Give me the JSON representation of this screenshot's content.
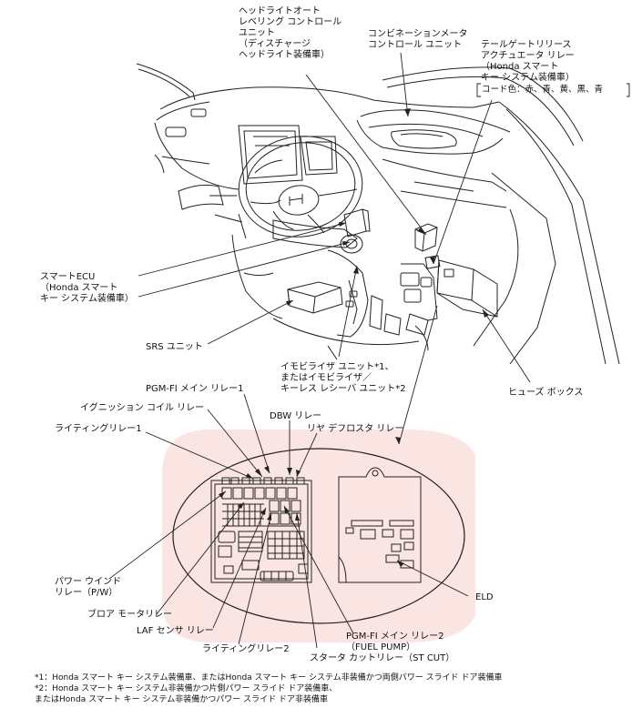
{
  "labels": {
    "headlight_leveling": [
      "ヘッドライトオート",
      "レベリング コントロール",
      "ユニット",
      "（ディスチャージ",
      "ヘッドライト装備車）"
    ],
    "combination_meter": [
      "コンビネーションメータ",
      "コントロール ユニット"
    ],
    "tailgate_relay": [
      "テールゲートリリース",
      "アクチュエータ リレー",
      "（Honda スマート",
      "キー システム装備車）"
    ],
    "code_colors": "コード色：赤、青、黄、黒、青",
    "smart_ecu": [
      "スマートECU",
      "（Honda スマート",
      "キー システム装備車）"
    ],
    "srs_unit": "SRS ユニット",
    "immobilizer": [
      "イモビライザ ユニット*1、",
      "またはイモビライザ／",
      "キーレス レシーバ ユニット*2"
    ],
    "fuse_box": "ヒューズ ボックス",
    "pgm_fi_main_relay_1": "PGM-FI メイン リレー1",
    "ignition_coil_relay": "イグニッション コイル リレー",
    "dbw_relay": "DBW リレー",
    "rear_defroster_relay": "リヤ デフロスタ リレー",
    "lighting_relay_1": "ライティングリレー1",
    "power_window_relay": [
      "パワー ウインド",
      "リレー（P/W）"
    ],
    "blower_motor_relay": "ブロア モータリレー",
    "laf_sensor_relay": "LAF センサ リレー",
    "lighting_relay_2": "ライティングリレー2",
    "pgm_fi_main_relay_2": [
      "PGM-FI メイン リレー2",
      "（FUEL PUMP）"
    ],
    "starter_cut_relay": "スタータ カットリレー（ST CUT）",
    "eld": "ELD"
  },
  "footnotes": [
    "*1：Honda スマート キー システム装備車、またはHonda スマート キー システム非装備かつ両側パワー スライド ドア装備車",
    "*2：Honda スマート キー システム非装備かつ片側パワー スライド ドア装備車、",
    "またはHonda スマート キー システム非装備かつパワー スライド ドア非装備車"
  ],
  "colors": {
    "highlight": "#fbe5e3",
    "line": "#222222"
  }
}
